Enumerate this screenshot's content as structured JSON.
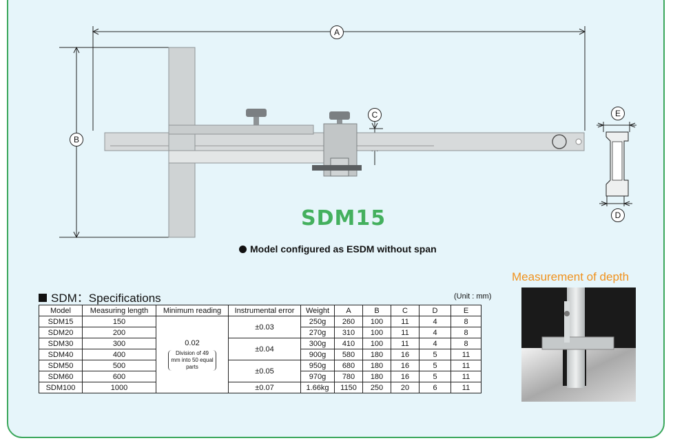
{
  "diagram": {
    "model_name": "SDM15",
    "dim_labels": {
      "a": "A",
      "b": "B",
      "c": "C",
      "d": "D",
      "e": "E"
    },
    "config_note": "Model configured as ESDM without span"
  },
  "specs": {
    "title": "SDM：Specifications",
    "unit": "(Unit : mm)",
    "headers": [
      "Model",
      "Measuring length",
      "Minimum reading",
      "Instrumental error",
      "Weight",
      "A",
      "B",
      "C",
      "D",
      "E"
    ],
    "min_reading_value": "0.02",
    "min_reading_note": "Division of 49 mm into 50 equal parts",
    "errors": [
      "±0.03",
      "±0.04",
      "±0.05",
      "±0.07"
    ],
    "rows": [
      [
        "SDM15",
        "150",
        "250g",
        "260",
        "100",
        "11",
        "4",
        "8"
      ],
      [
        "SDM20",
        "200",
        "270g",
        "310",
        "100",
        "11",
        "4",
        "8"
      ],
      [
        "SDM30",
        "300",
        "300g",
        "410",
        "100",
        "11",
        "4",
        "8"
      ],
      [
        "SDM40",
        "400",
        "900g",
        "580",
        "180",
        "16",
        "5",
        "11"
      ],
      [
        "SDM50",
        "500",
        "950g",
        "680",
        "180",
        "16",
        "5",
        "11"
      ],
      [
        "SDM60",
        "600",
        "970g",
        "780",
        "180",
        "16",
        "5",
        "11"
      ],
      [
        "SDM100",
        "1000",
        "1.66kg",
        "1150",
        "250",
        "20",
        "6",
        "11"
      ]
    ]
  },
  "measurement": {
    "title": "Measurement of depth"
  },
  "colors": {
    "border": "#39a65a",
    "background": "#e6f5fa",
    "model_title": "#44b05e",
    "measure_title": "#f0921e"
  }
}
